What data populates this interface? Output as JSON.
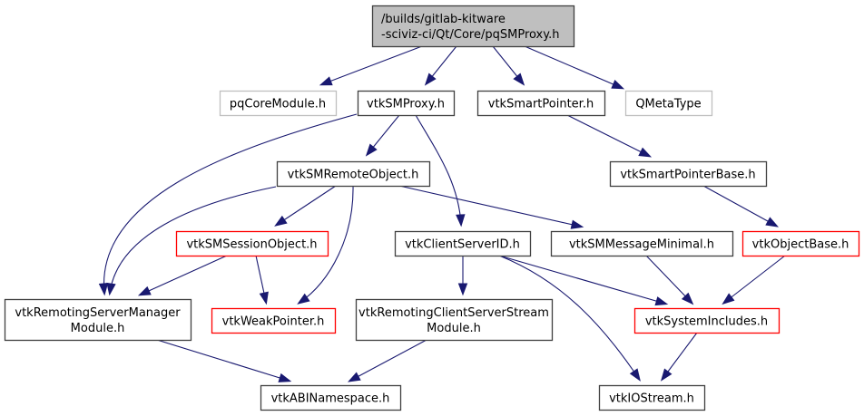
{
  "diagram": {
    "type": "include-dependency-graph",
    "colors": {
      "edge": "#191970",
      "root_fill": "#bfbfbf",
      "root_border": "#404040",
      "documented_border": "#404040",
      "undocumented_border": "#bfbfbf",
      "truncated_border": "#ff0000",
      "node_fill": "#ffffff"
    },
    "nodes": [
      {
        "id": "root",
        "lines": [
          "/builds/gitlab-kitware",
          "-sciviz-ci/Qt/Core/pqSMProxy.h"
        ],
        "style": "root"
      },
      {
        "id": "pqCoreModule",
        "lines": [
          "pqCoreModule.h"
        ],
        "style": "external"
      },
      {
        "id": "vtkSMProxy",
        "lines": [
          "vtkSMProxy.h"
        ],
        "style": "normal"
      },
      {
        "id": "vtkSmartPointer",
        "lines": [
          "vtkSmartPointer.h"
        ],
        "style": "normal"
      },
      {
        "id": "QMetaType",
        "lines": [
          "QMetaType"
        ],
        "style": "external"
      },
      {
        "id": "vtkSMRemoteObject",
        "lines": [
          "vtkSMRemoteObject.h"
        ],
        "style": "normal"
      },
      {
        "id": "vtkSmartPointerBase",
        "lines": [
          "vtkSmartPointerBase.h"
        ],
        "style": "normal"
      },
      {
        "id": "vtkSMSessionObject",
        "lines": [
          "vtkSMSessionObject.h"
        ],
        "style": "truncated"
      },
      {
        "id": "vtkClientServerID",
        "lines": [
          "vtkClientServerID.h"
        ],
        "style": "normal"
      },
      {
        "id": "vtkSMMessageMinimal",
        "lines": [
          "vtkSMMessageMinimal.h"
        ],
        "style": "normal"
      },
      {
        "id": "vtkObjectBase",
        "lines": [
          "vtkObjectBase.h"
        ],
        "style": "truncated"
      },
      {
        "id": "vtkRemotingServerManagerModule",
        "lines": [
          "vtkRemotingServerManager",
          "Module.h"
        ],
        "style": "normal"
      },
      {
        "id": "vtkWeakPointer",
        "lines": [
          "vtkWeakPointer.h"
        ],
        "style": "truncated"
      },
      {
        "id": "vtkRemotingClientServerStreamModule",
        "lines": [
          "vtkRemotingClientServerStream",
          "Module.h"
        ],
        "style": "normal"
      },
      {
        "id": "vtkSystemIncludes",
        "lines": [
          "vtkSystemIncludes.h"
        ],
        "style": "truncated"
      },
      {
        "id": "vtkABINamespace",
        "lines": [
          "vtkABINamespace.h"
        ],
        "style": "normal"
      },
      {
        "id": "vtkIOStream",
        "lines": [
          "vtkIOStream.h"
        ],
        "style": "normal"
      }
    ],
    "edges": [
      {
        "from": "root",
        "to": "pqCoreModule"
      },
      {
        "from": "root",
        "to": "vtkSMProxy"
      },
      {
        "from": "root",
        "to": "vtkSmartPointer"
      },
      {
        "from": "root",
        "to": "QMetaType"
      },
      {
        "from": "vtkSMProxy",
        "to": "vtkSMRemoteObject"
      },
      {
        "from": "vtkSMProxy",
        "to": "vtkRemotingServerManagerModule"
      },
      {
        "from": "vtkSMProxy",
        "to": "vtkClientServerID"
      },
      {
        "from": "vtkSmartPointer",
        "to": "vtkSmartPointerBase"
      },
      {
        "from": "vtkSmartPointerBase",
        "to": "vtkObjectBase"
      },
      {
        "from": "vtkSMRemoteObject",
        "to": "vtkSMSessionObject"
      },
      {
        "from": "vtkSMRemoteObject",
        "to": "vtkRemotingServerManagerModule"
      },
      {
        "from": "vtkSMRemoteObject",
        "to": "vtkWeakPointer"
      },
      {
        "from": "vtkSMRemoteObject",
        "to": "vtkSMMessageMinimal"
      },
      {
        "from": "vtkSMSessionObject",
        "to": "vtkRemotingServerManagerModule"
      },
      {
        "from": "vtkSMSessionObject",
        "to": "vtkWeakPointer"
      },
      {
        "from": "vtkClientServerID",
        "to": "vtkRemotingClientServerStreamModule"
      },
      {
        "from": "vtkClientServerID",
        "to": "vtkSystemIncludes"
      },
      {
        "from": "vtkClientServerID",
        "to": "vtkIOStream"
      },
      {
        "from": "vtkSMMessageMinimal",
        "to": "vtkSystemIncludes"
      },
      {
        "from": "vtkObjectBase",
        "to": "vtkSystemIncludes"
      },
      {
        "from": "vtkRemotingServerManagerModule",
        "to": "vtkABINamespace"
      },
      {
        "from": "vtkRemotingClientServerStreamModule",
        "to": "vtkABINamespace"
      },
      {
        "from": "vtkSystemIncludes",
        "to": "vtkIOStream"
      }
    ]
  }
}
